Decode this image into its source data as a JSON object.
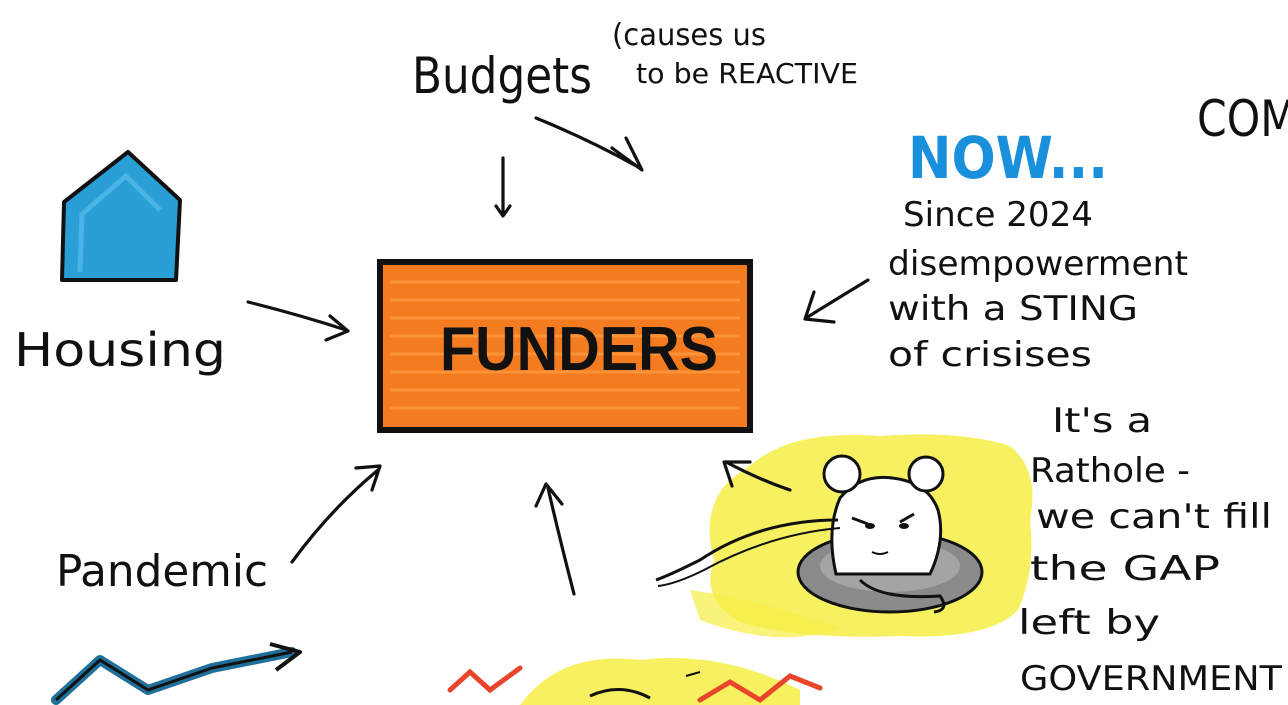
{
  "nodes": {
    "budgets": "Budgets",
    "reactive_note": [
      "(causes us",
      "to be REACTIVE"
    ],
    "housing": "Housing",
    "funders": "FUNDERS",
    "pandemic": "Pandemic",
    "now_title": "NOW...",
    "now_note": [
      "Since 2024",
      "disempowerment",
      "with a STING",
      "of crisises"
    ],
    "rathole_note": [
      "It's a",
      "Rathole -",
      "we can't fill",
      "the GAP",
      "left by",
      "GOVERNMENT"
    ],
    "corner_fragment": "COM"
  },
  "colors": {
    "house_fill": "#2a9fd6",
    "funders_fill": "#f47b20",
    "funders_stripe": "#ff9a40",
    "highlight_yellow": "#f6ee45",
    "now_blue": "#1a8fdc",
    "ink": "#111111",
    "fire_red": "#e8452a"
  },
  "icons": {
    "house": "house-icon",
    "rat": "rat-icon",
    "hole": "hole-icon",
    "trend": "trend-arrow-icon"
  }
}
